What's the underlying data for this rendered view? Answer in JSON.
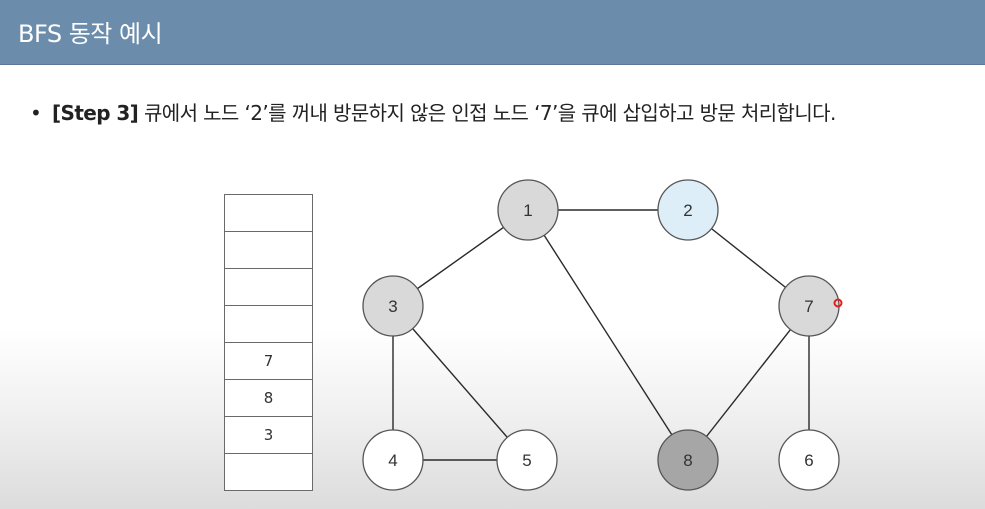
{
  "header": {
    "title": "BFS 동작 예시"
  },
  "bullet": {
    "marker": "•",
    "step": "[Step 3]",
    "text": " 큐에서 노드 ‘2’를 꺼내 방문하지 않은 인접 노드 ‘7’을 큐에 삽입하고 방문 처리합니다."
  },
  "queue": {
    "cells": [
      "",
      "",
      "",
      "",
      "7",
      "8",
      "3",
      ""
    ]
  },
  "graph": {
    "nodes": [
      {
        "id": "1",
        "label": "1",
        "state": "visited",
        "fill": "#d9d9d9"
      },
      {
        "id": "2",
        "label": "2",
        "state": "current",
        "fill": "#ddeef8"
      },
      {
        "id": "3",
        "label": "3",
        "state": "visited",
        "fill": "#d9d9d9"
      },
      {
        "id": "7",
        "label": "7",
        "state": "visited",
        "fill": "#d9d9d9"
      },
      {
        "id": "4",
        "label": "4",
        "state": "unvisited",
        "fill": "#ffffff"
      },
      {
        "id": "5",
        "label": "5",
        "state": "unvisited",
        "fill": "#ffffff"
      },
      {
        "id": "8",
        "label": "8",
        "state": "visited",
        "fill": "#a6a6a6"
      },
      {
        "id": "6",
        "label": "6",
        "state": "unvisited",
        "fill": "#ffffff"
      }
    ],
    "edges": [
      [
        "1",
        "2"
      ],
      [
        "1",
        "3"
      ],
      [
        "1",
        "8"
      ],
      [
        "2",
        "7"
      ],
      [
        "3",
        "4"
      ],
      [
        "3",
        "5"
      ],
      [
        "4",
        "5"
      ],
      [
        "7",
        "8"
      ],
      [
        "7",
        "6"
      ]
    ]
  },
  "colors": {
    "title_bar": "#6b8cab",
    "pointer": "#e02020"
  }
}
